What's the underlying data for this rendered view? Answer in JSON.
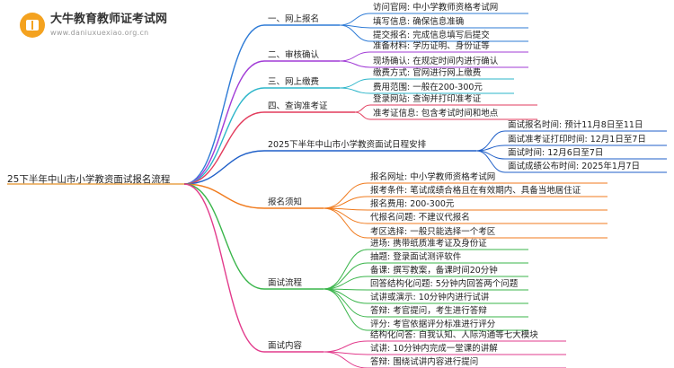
{
  "brand": {
    "name": "大牛教育教师证考试网",
    "url": "www.daniuxuexiao.org.cn"
  },
  "root": "25下半年中山市小学教资面试报名流程",
  "branches": [
    {
      "label": "一、网上报名",
      "color": "#2e7bd6",
      "leaves": [
        "访问官网: 中小学教师资格考试网",
        "填写信息: 确保信息准确",
        "提交报名: 完成信息填写后提交"
      ]
    },
    {
      "label": "二、审核确认",
      "color": "#a13bd6",
      "leaves": [
        "准备材料: 学历证明、身份证等",
        "现场确认: 在规定时间内进行确认"
      ]
    },
    {
      "label": "三、网上缴费",
      "color": "#2bb5c9",
      "leaves": [
        "缴费方式: 官网进行网上缴费",
        "费用范围: 一般在200-300元"
      ]
    },
    {
      "label": "四、查询准考证",
      "color": "#e23b5c",
      "leaves": [
        "登录网站: 查询并打印准考证",
        "准考证信息: 包含考试时间和地点"
      ]
    },
    {
      "label": "2025下半年中山市小学教资面试日程安排",
      "color": "#1f5fc8",
      "leaves": [
        "面试报名时间: 预计11月8日至11日",
        "面试准考证打印时间: 12月1日至7日",
        "面试时间: 12月6日至7日",
        "面试成绩公布时间: 2025年1月7日"
      ]
    },
    {
      "label": "报名须知",
      "color": "#f07a1c",
      "leaves": [
        "报名网址: 中小学教师资格考试网",
        "报考条件: 笔试成绩合格且在有效期内、具备当地居住证",
        "报名费用: 200-300元",
        "代报名问题: 不建议代报名",
        "考区选择: 一般只能选择一个考区"
      ]
    },
    {
      "label": "面试流程",
      "color": "#39b54a",
      "leaves": [
        "进场: 携带纸质准考证及身份证",
        "抽题: 登录面试测评软件",
        "备课: 撰写教案，备课时间20分钟",
        "回答结构化问题: 5分钟内回答两个问题",
        "试讲或演示: 10分钟内进行试讲",
        "答辩: 考官提问，考生进行答辩",
        "评分: 考官依据评分标准进行评分"
      ]
    },
    {
      "label": "面试内容",
      "color": "#e23b8c",
      "leaves": [
        "结构化问答: 自我认知、人际沟通等七大模块",
        "试讲: 10分钟内完成一堂课的讲解",
        "答辩: 围绕试讲内容进行提问"
      ]
    }
  ]
}
